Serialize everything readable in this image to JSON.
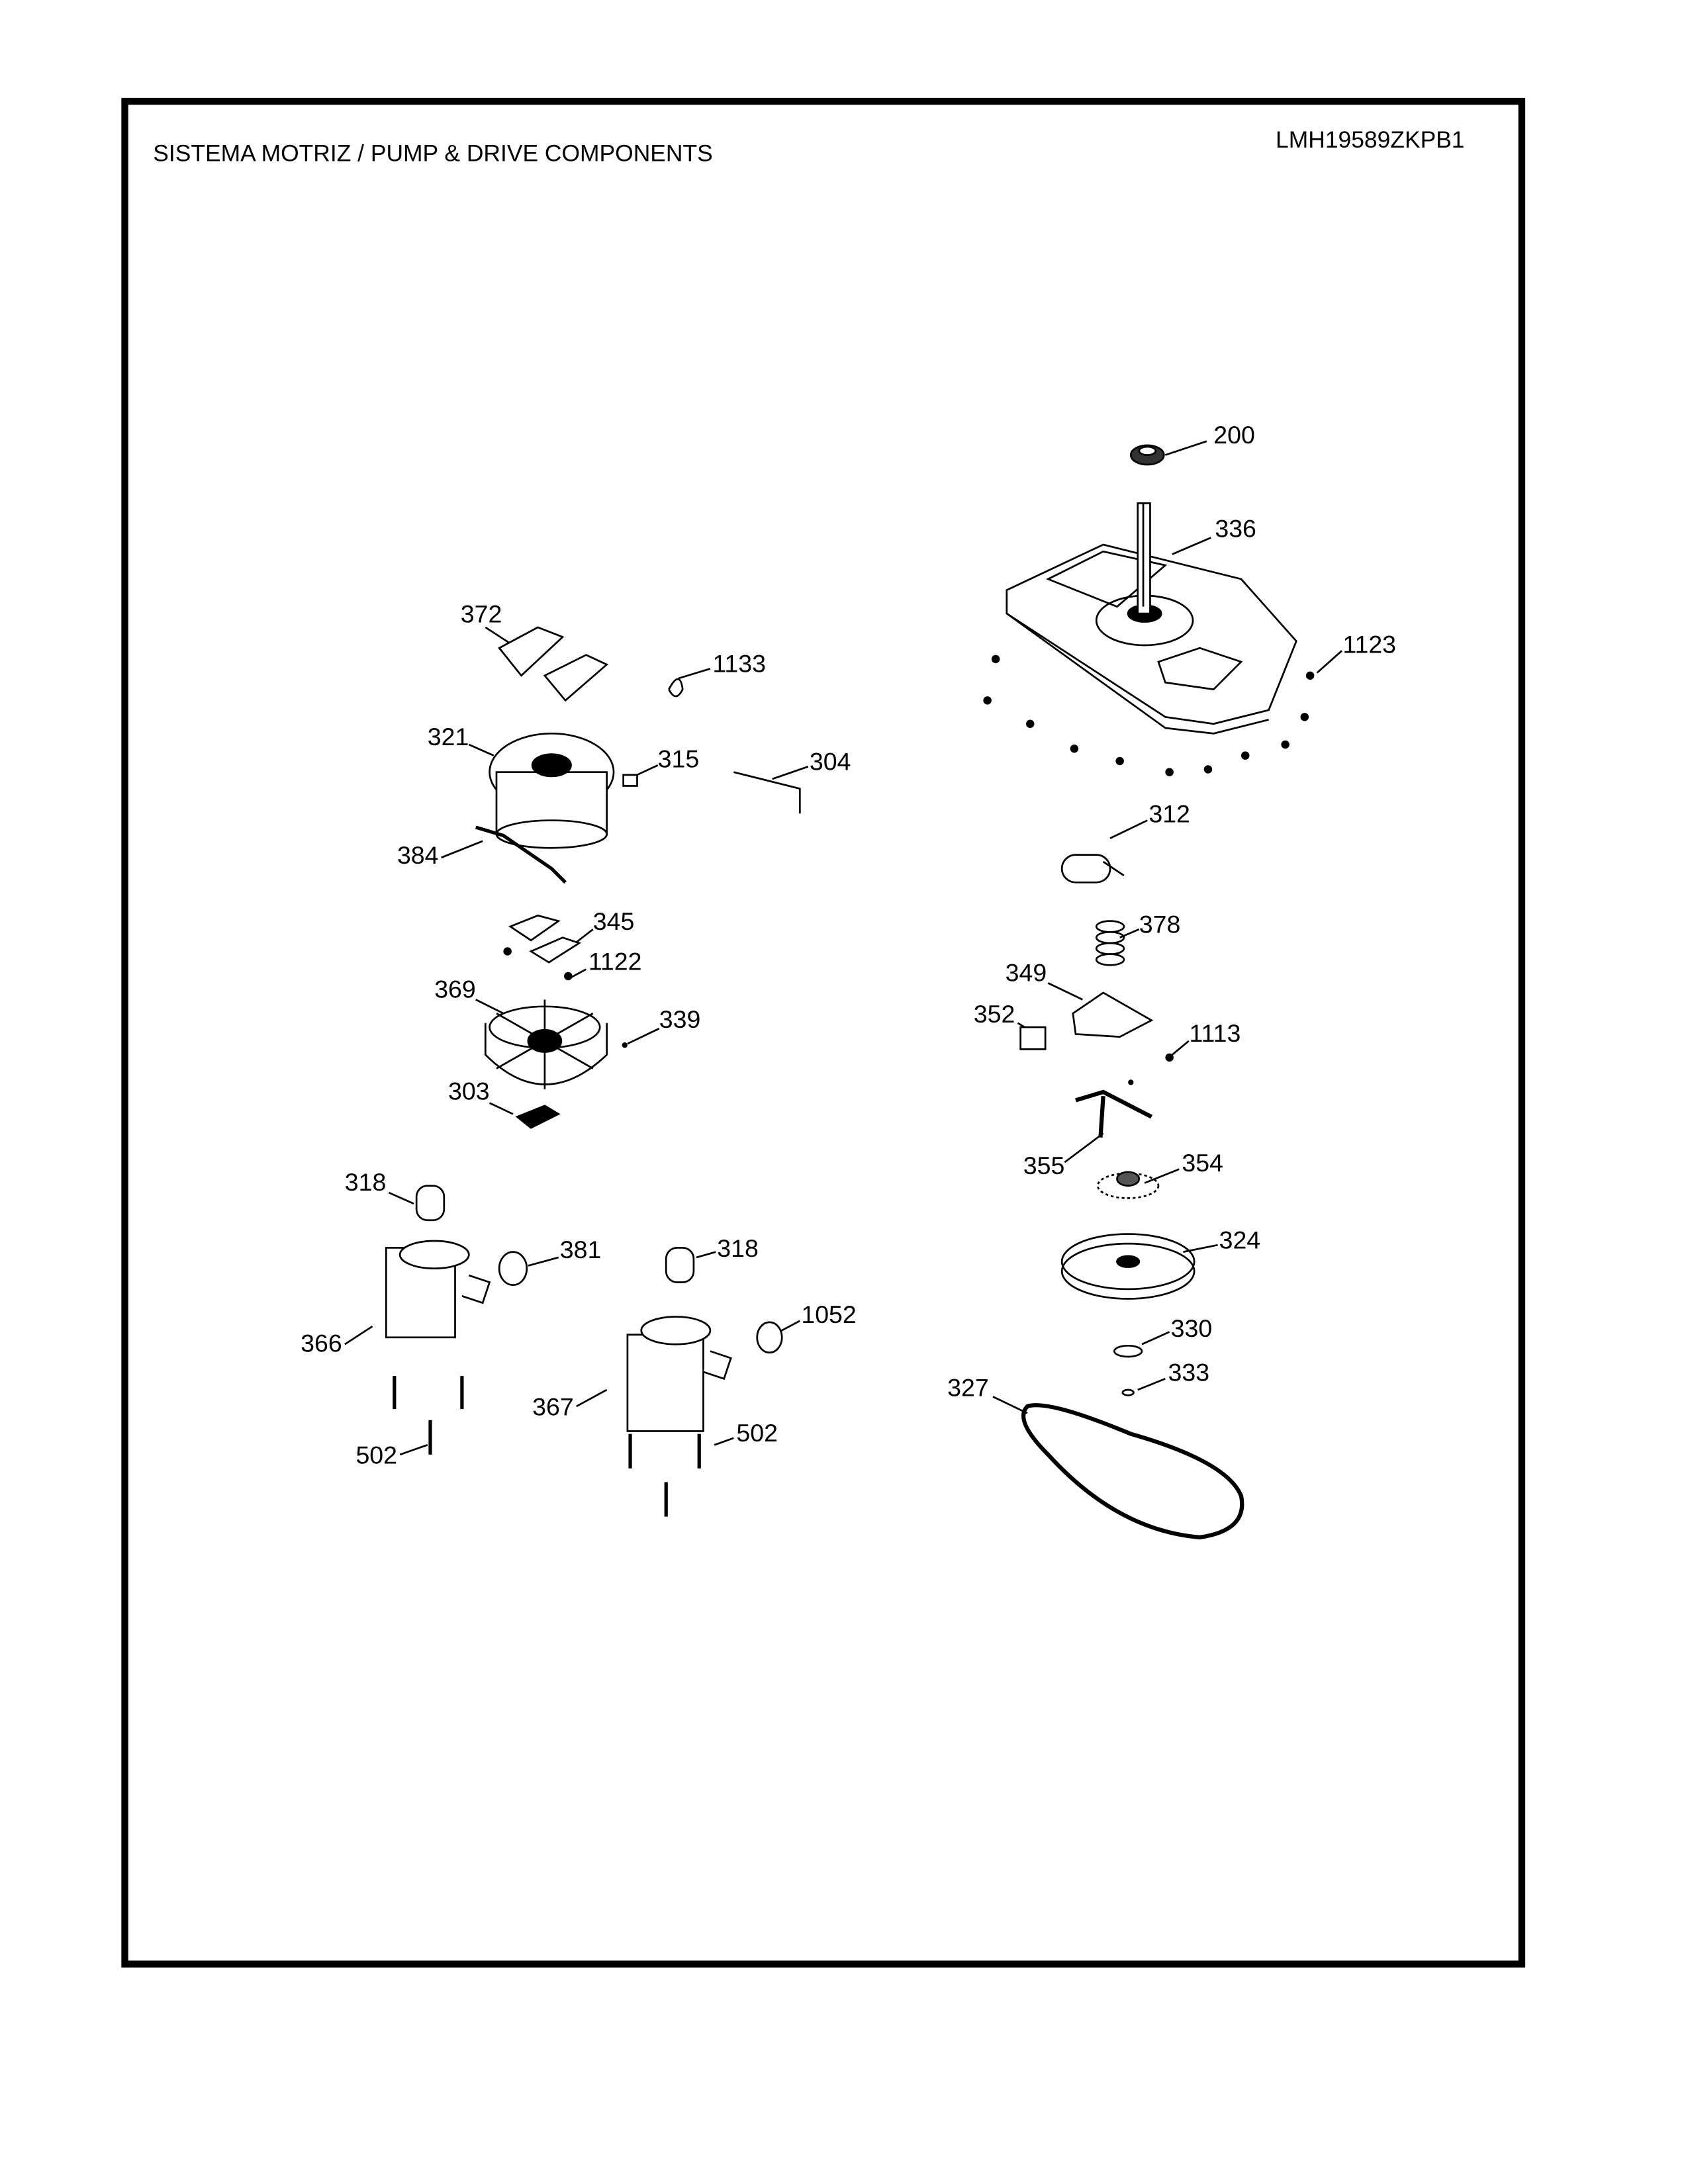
{
  "header": {
    "title": "SISTEMA MOTRIZ / PUMP  &  DRIVE COMPONENTS",
    "model": "LMH19589ZKPB1"
  },
  "labels": [
    "200",
    "336",
    "372",
    "1133",
    "321",
    "315",
    "304",
    "1123",
    "312",
    "384",
    "345",
    "1122",
    "378",
    "349",
    "369",
    "339",
    "352",
    "1113",
    "303",
    "355",
    "354",
    "318",
    "318",
    "381",
    "324",
    "1052",
    "366",
    "330",
    "333",
    "327",
    "367",
    "502",
    "502"
  ]
}
